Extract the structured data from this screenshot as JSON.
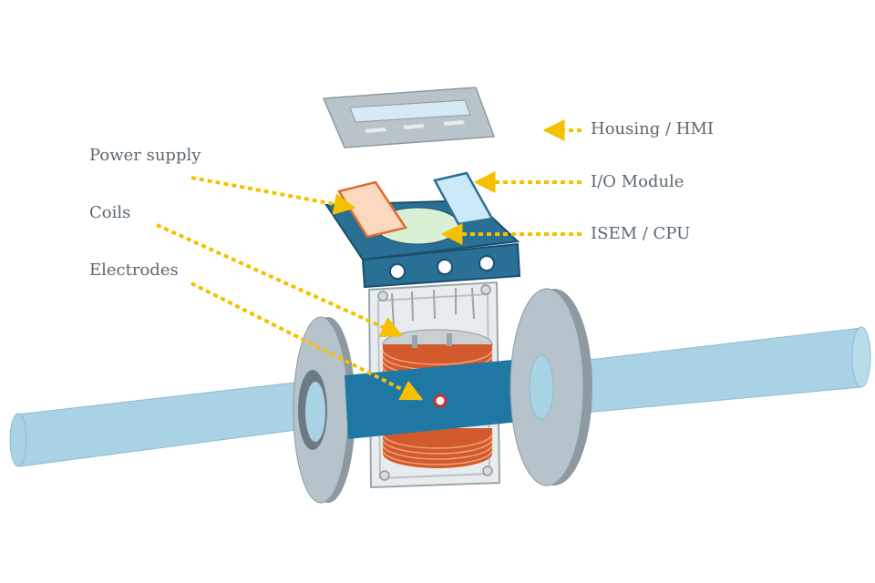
{
  "labels": {
    "housing_hmi": "Housing / HMI",
    "io_module": "I/O Module",
    "isem_cpu": "ISEM / CPU",
    "power_supply": "Power supply",
    "coils": "Coils",
    "electrodes": "Electrodes"
  },
  "colors": {
    "pipe": "#a9d2e4",
    "pipe_stroke": "#8fbcd2",
    "flange": "#b7c3ca",
    "flange_dark": "#6b7a84",
    "flow_tube": "#1f78a4",
    "flow_tube_dark": "#17577a",
    "coil": "#d35a2c",
    "coil_light": "#f0a27c",
    "frame": "#e8ecee",
    "frame_stroke": "#9aa6ad",
    "board": "#2a6f94",
    "board_dark": "#1a4f6d",
    "power_board": "#fbd9bf",
    "power_board_stroke": "#e06a2c",
    "io_board": "#cbe9f8",
    "io_board_stroke": "#2a6f94",
    "cpu": "#d9f0d4",
    "hmi": "#b9c4ca",
    "hmi_display": "#d6e9f4",
    "arrow": "#f5c000",
    "electrode": "#c83232",
    "label_text": "#5c6770"
  }
}
